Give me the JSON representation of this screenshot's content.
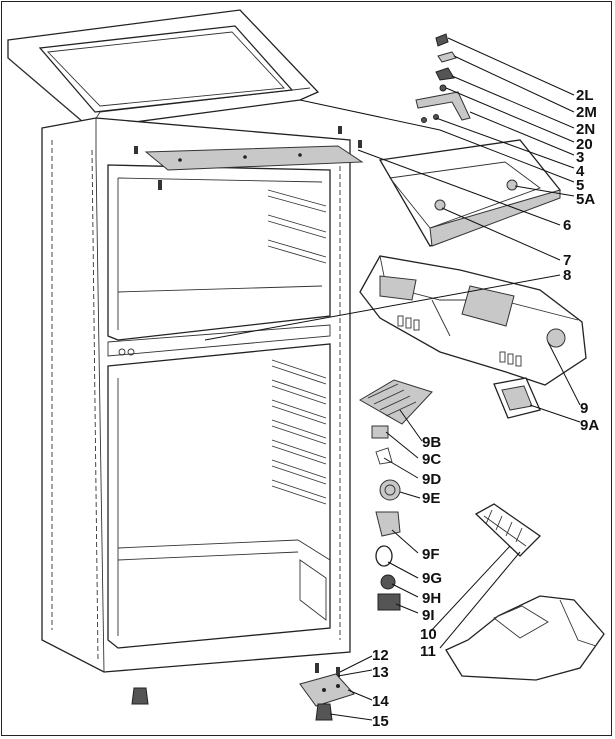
{
  "labels": {
    "l2L": "2L",
    "l2M": "2M",
    "l2N": "2N",
    "l20": "20",
    "l3": "3",
    "l4": "4",
    "l5": "5",
    "l5A": "5A",
    "l6": "6",
    "l7": "7",
    "l8": "8",
    "l9": "9",
    "l9A": "9A",
    "l9B": "9B",
    "l9C": "9C",
    "l9D": "9D",
    "l9E": "9E",
    "l9F": "9F",
    "l9G": "9G",
    "l9H": "9H",
    "l9I": "9I",
    "l10": "10",
    "l11": "11",
    "l12": "12",
    "l13": "13",
    "l14": "14",
    "l15": "15"
  }
}
